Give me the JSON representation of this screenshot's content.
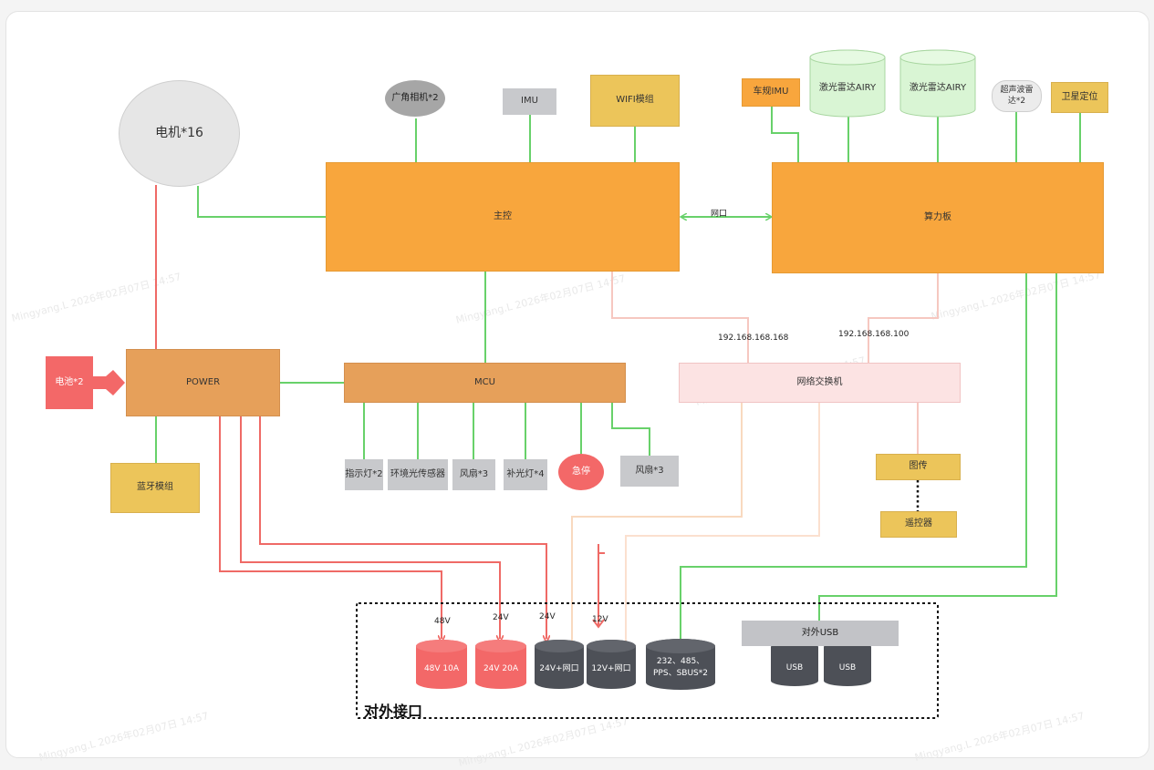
{
  "nodes": {
    "motor": "电机*16",
    "wide_camera": "广角相机*2",
    "imu": "IMU",
    "wifi": "WIFI模组",
    "car_imu": "车规IMU",
    "lidar1": "激光雷达AIRY",
    "lidar2": "激光雷达AIRY",
    "ultrasonic": "超声波雷\n达*2",
    "gnss": "卫星定位",
    "main_ctrl": "主控",
    "compute": "算力板",
    "battery": "电池*2",
    "power": "POWER",
    "mcu": "MCU",
    "switch": "网络交换机",
    "bluetooth": "蓝牙模组",
    "indicator": "指示灯*2",
    "ambient": "环境光传感器",
    "fan1": "风扇*3",
    "fill_light": "补光灯*4",
    "estop": "急停",
    "fan2": "风扇*3",
    "image_tx": "图传",
    "remote": "遥控器",
    "ext_usb": "对外USB",
    "usb1": "USB",
    "usb2": "USB"
  },
  "ports": {
    "p48": "48V 10A",
    "p24a": "24V  20A",
    "p24b": "24V+网口",
    "p12": "12V+网口",
    "serial_line1": "232、485、",
    "serial_line2": "PPS、SBUS*2"
  },
  "labels": {
    "net_port": "网口",
    "ip_main": "192.168.168.168",
    "ip_compute": "192.168.168.100",
    "v48": "48V",
    "v24a": "24V",
    "v24b": "24V",
    "v12": "12V",
    "interface_title": "对外接口"
  },
  "watermark": "Mingyang.L 2026年02月07日 14:57",
  "colors": {
    "power_line": "#ef6a66",
    "signal_line": "#68d16a",
    "network_line": "#f6c7c0",
    "orange": "#f8a63d",
    "dark_cylinder": "#4d5057",
    "red_cylinder": "#f36868"
  }
}
